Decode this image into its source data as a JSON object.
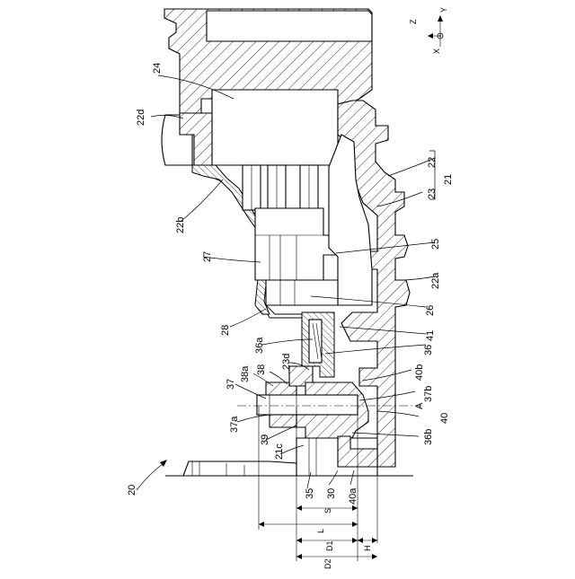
{
  "figure": {
    "assembly_ref": "20",
    "axis_label": "A",
    "coordinate_axes": {
      "z": "Z",
      "y": "Y",
      "x": "X"
    },
    "reference_labels": [
      {
        "id": "22d",
        "text": "22d"
      },
      {
        "id": "24",
        "text": "24"
      },
      {
        "id": "22",
        "text": "22"
      },
      {
        "id": "21",
        "text": "21"
      },
      {
        "id": "23",
        "text": "23"
      },
      {
        "id": "22b",
        "text": "22b"
      },
      {
        "id": "25",
        "text": "25"
      },
      {
        "id": "27",
        "text": "27"
      },
      {
        "id": "22a",
        "text": "22a"
      },
      {
        "id": "26",
        "text": "26"
      },
      {
        "id": "28",
        "text": "28"
      },
      {
        "id": "41",
        "text": "41"
      },
      {
        "id": "36a",
        "text": "36a"
      },
      {
        "id": "36",
        "text": "36"
      },
      {
        "id": "23d",
        "text": "23d"
      },
      {
        "id": "38a",
        "text": "38a"
      },
      {
        "id": "38",
        "text": "38"
      },
      {
        "id": "40b",
        "text": "40b"
      },
      {
        "id": "37",
        "text": "37"
      },
      {
        "id": "37b",
        "text": "37b"
      },
      {
        "id": "40",
        "text": "40"
      },
      {
        "id": "37a",
        "text": "37a"
      },
      {
        "id": "36b",
        "text": "36b"
      },
      {
        "id": "39",
        "text": "39"
      },
      {
        "id": "21c",
        "text": "21c"
      },
      {
        "id": "35",
        "text": "35"
      },
      {
        "id": "30",
        "text": "30"
      },
      {
        "id": "40a",
        "text": "40a"
      }
    ],
    "dimension_labels": [
      {
        "id": "S",
        "text": "S"
      },
      {
        "id": "L",
        "text": "L"
      },
      {
        "id": "D1",
        "text": "D1"
      },
      {
        "id": "D2",
        "text": "D2"
      },
      {
        "id": "H",
        "text": "H"
      }
    ]
  }
}
